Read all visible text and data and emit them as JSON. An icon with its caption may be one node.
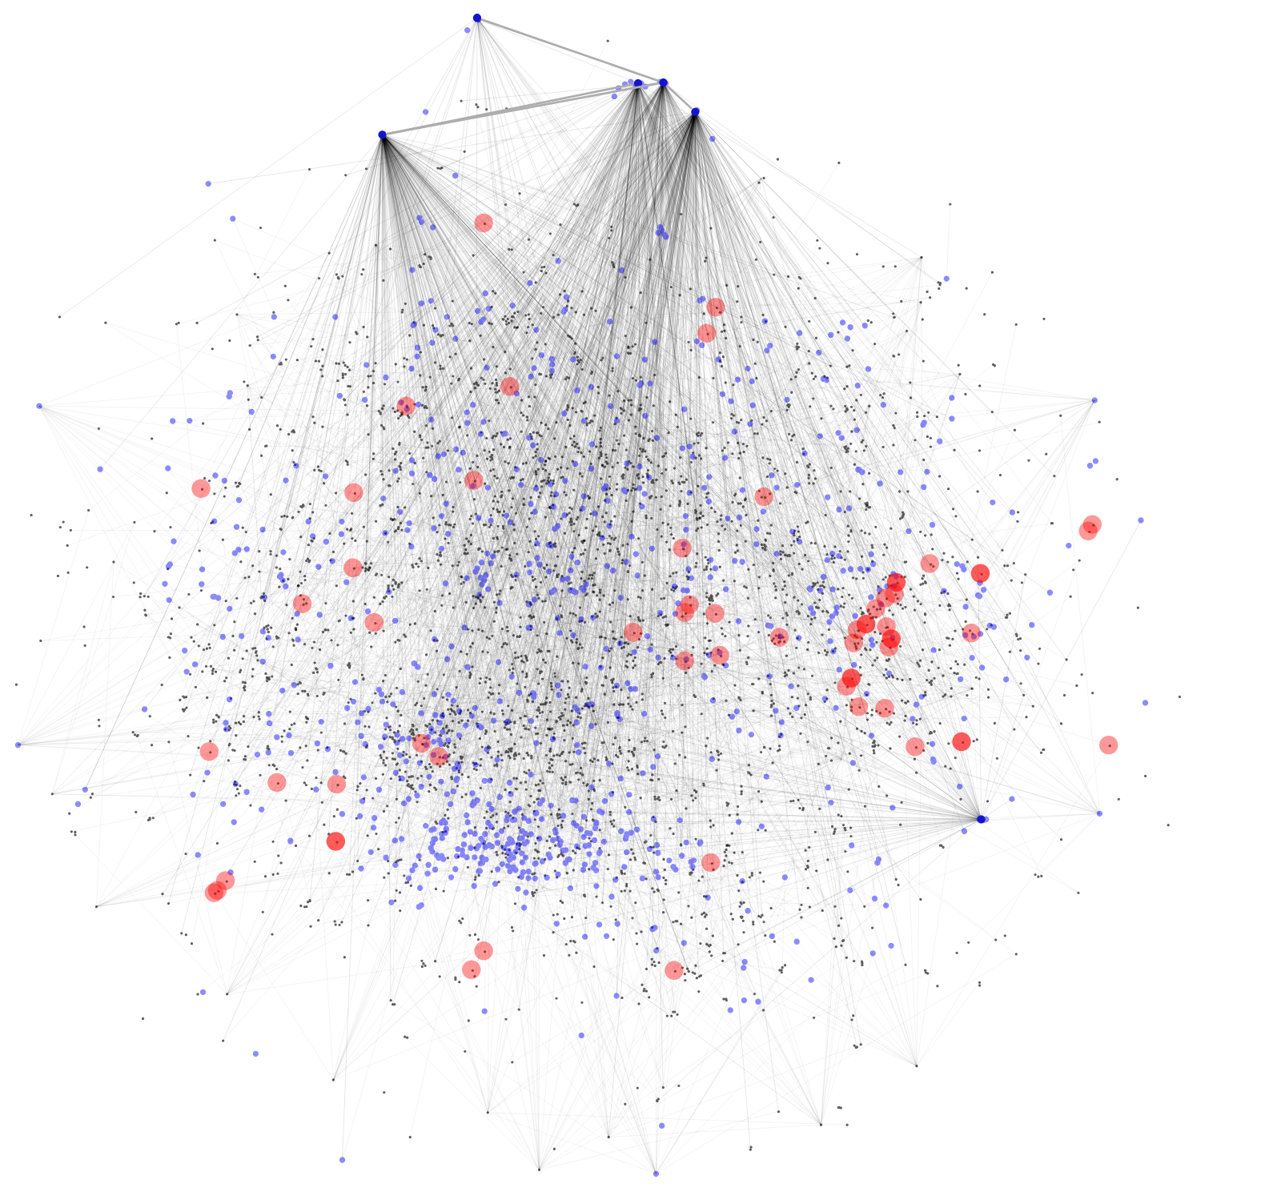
{
  "diagram": {
    "nodes": [
      {
        "text": [],
        "shape": "circle"
      },
      {
        "text": [],
        "shape": "circle"
      },
      {
        "text": [],
        "shape": "circle"
      },
      {
        "text": [],
        "shape": "circle"
      },
      {
        "text": [],
        "shape": "circle"
      },
      {
        "text": [],
        "shape": "circle"
      },
      {
        "text": [],
        "shape": "circle"
      },
      {
        "text": [],
        "shape": "circle"
      },
      {
        "text": [],
        "shape": "circle"
      },
      {
        "text": [],
        "shape": "circle"
      },
      {
        "text": [],
        "shape": "circle"
      },
      {
        "text": [],
        "shape": "circle"
      },
      {
        "text": [],
        "shape": "circle"
      },
      {
        "text": [],
        "shape": "circle"
      },
      {
        "text": [],
        "shape": "circle"
      },
      {
        "text": [],
        "shape": "circle"
      },
      {
        "text": [],
        "shape": "circle"
      },
      {
        "text": [],
        "shape": "circle"
      },
      {
        "text": [],
        "shape": "circle"
      },
      {
        "text": [],
        "shape": "circle"
      },
      {
        "text": [],
        "shape": "circle"
      },
      {
        "text": [],
        "shape": "circle"
      },
      {
        "text": [],
        "shape": "circle"
      },
      {
        "text": [],
        "shape": "circle"
      },
      {
        "text": [],
        "shape": "circle"
      },
      {
        "text": [],
        "shape": "circle"
      },
      {
        "text": [],
        "shape": "circle"
      },
      {
        "text": [],
        "shape": "circle"
      },
      {
        "text": [],
        "shape": "circle"
      },
      {
        "text": [],
        "shape": "circle"
      },
      {
        "text": [],
        "shape": "circle"
      },
      {
        "text": [],
        "shape": "circle"
      },
      {
        "text": [],
        "shape": "circle"
      },
      {
        "text": [],
        "shape": "circle"
      },
      {
        "text": [],
        "shape": "circle"
      },
      {
        "text": [],
        "shape": "circle"
      },
      {
        "text": [],
        "shape": "circle"
      },
      {
        "text": [],
        "shape": "circle"
      },
      {
        "text": [],
        "shape": "circle"
      },
      {
        "text": [],
        "shape": "circle"
      },
      {
        "text": [],
        "shape": "circle"
      },
      {
        "text": [],
        "shape": "circle"
      },
      {
        "text": [],
        "shape": "circle"
      },
      {
        "text": [],
        "shape": "circle"
      },
      {
        "text": [],
        "shape": "circle"
      },
      {
        "text": [],
        "shape": "circle"
      },
      {
        "text": [],
        "shape": "circle"
      },
      {
        "text": [],
        "shape": "circle"
      },
      {
        "text": [],
        "shape": "circle"
      },
      {
        "text": [],
        "shape": "circle"
      },
      {
        "text": [],
        "shape": "circle"
      },
      {
        "text": [],
        "shape": "circle"
      },
      {
        "text": [],
        "shape": "circle"
      },
      {
        "text": [],
        "shape": "circle"
      },
      {
        "text": [],
        "shape": "circle"
      },
      {
        "text": [],
        "shape": "circle"
      },
      {
        "text": [],
        "shape": "circle"
      },
      {
        "text": [],
        "shape": "circle"
      },
      {
        "text": [],
        "shape": "circle"
      },
      {
        "text": [],
        "shape": "circle"
      },
      {
        "text": [],
        "shape": "circle"
      }
    ],
    "edges": [
      {
        "from": 1,
        "to": 2,
        "arrow": "none"
      },
      {
        "from": 1,
        "to": 3,
        "arrow": "none"
      },
      {
        "from": 3,
        "to": 4,
        "arrow": "none"
      },
      {
        "from": 0,
        "to": 3,
        "arrow": "none"
      }
    ]
  }
}
